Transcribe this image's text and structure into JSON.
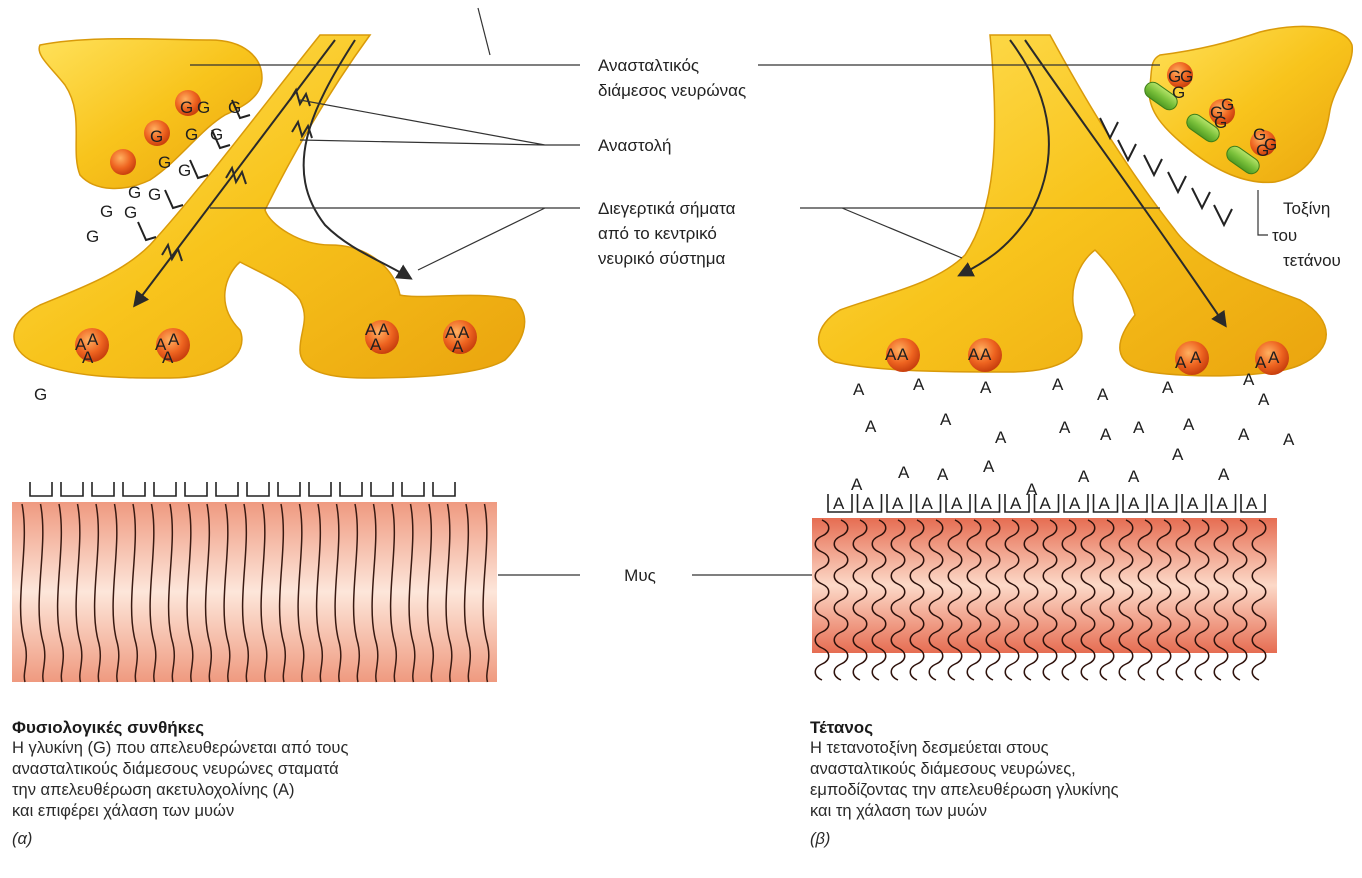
{
  "labels": {
    "inhibitory_interneuron_line1": "Ανασταλτικός",
    "inhibitory_interneuron_line2": "διάμεσος νευρώνας",
    "inhibition": "Αναστολή",
    "excitatory_line1": "Διεγερτικά σήματα",
    "excitatory_line2": "από το κεντρικό",
    "excitatory_line3": "νευρικό σύστημα",
    "muscle": "Μυς",
    "toxin_line1": "Τοξίνη",
    "toxin_line2": "του",
    "toxin_line3": "τετάνου"
  },
  "molecules": {
    "glycine": "G",
    "acetylcholine": "A"
  },
  "panel_a": {
    "title": "Φυσιολογικές συνθήκες",
    "text": "Η γλυκίνη (G) που απελευθερώνεται από τους\nανασταλτικούς διάμεσους νευρώνες σταματά\nτην απελευθέρωση ακετυλοχολίνης (A)\nκαι επιφέρει χάλαση των μυών",
    "tag": "(α)"
  },
  "panel_b": {
    "title": "Τέτανος",
    "text": "Η τετανοτοξίνη δεσμεύεται στους\nανασταλτικούς διάμεσους νευρώνες,\nεμποδίζοντας την απελευθέρωση γλυκίνης\nκαι τη χάλαση των μυών",
    "tag": "(β)"
  },
  "colors": {
    "neuron": "#f7c21a",
    "neuron_edge": "#d99a0a",
    "vesicle": "#e8541a",
    "muscle_light": "#fbe0d2",
    "muscle_dark": "#e8836a",
    "toxin": "#7cc23c"
  }
}
